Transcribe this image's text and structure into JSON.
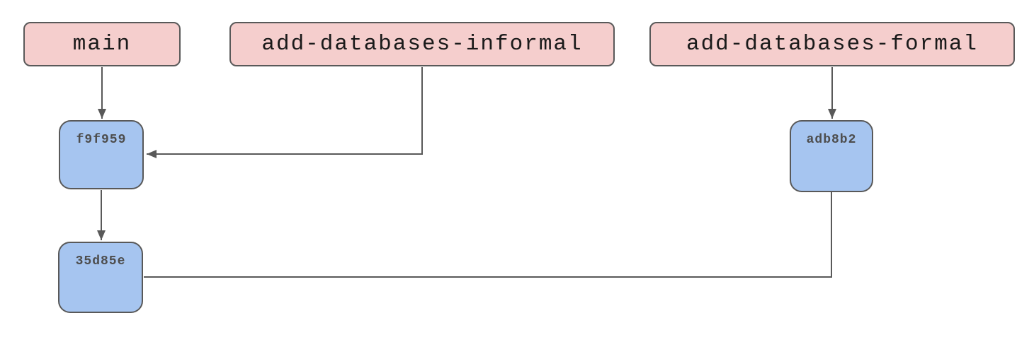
{
  "diagram_title": "git branch diagram",
  "colors": {
    "background": "#ffffff",
    "branch_fill": "#f5cecd",
    "branch_stroke": "#595959",
    "branch_text": "#1a1a1a",
    "commit_fill": "#a6c5f0",
    "commit_stroke": "#595959",
    "commit_text": "#4d4d4d",
    "connector": "#595959"
  },
  "branches": [
    {
      "label": "main"
    },
    {
      "label": "add-databases-informal"
    },
    {
      "label": "add-databases-formal"
    }
  ],
  "commits": [
    {
      "id": "f9f959"
    },
    {
      "id": "35d85e"
    },
    {
      "id": "adb8b2"
    }
  ],
  "edges": [
    {
      "from": "main",
      "to": "f9f959",
      "arrowhead": true,
      "shape": "straight-down"
    },
    {
      "from": "add-databases-informal",
      "to": "f9f959",
      "arrowhead": true,
      "shape": "elbow-down-left"
    },
    {
      "from": "add-databases-formal",
      "to": "adb8b2",
      "arrowhead": true,
      "shape": "straight-down"
    },
    {
      "from": "f9f959",
      "to": "35d85e",
      "arrowhead": true,
      "shape": "straight-down"
    },
    {
      "from": "adb8b2",
      "to": "35d85e",
      "arrowhead": false,
      "shape": "elbow-down-left"
    }
  ]
}
